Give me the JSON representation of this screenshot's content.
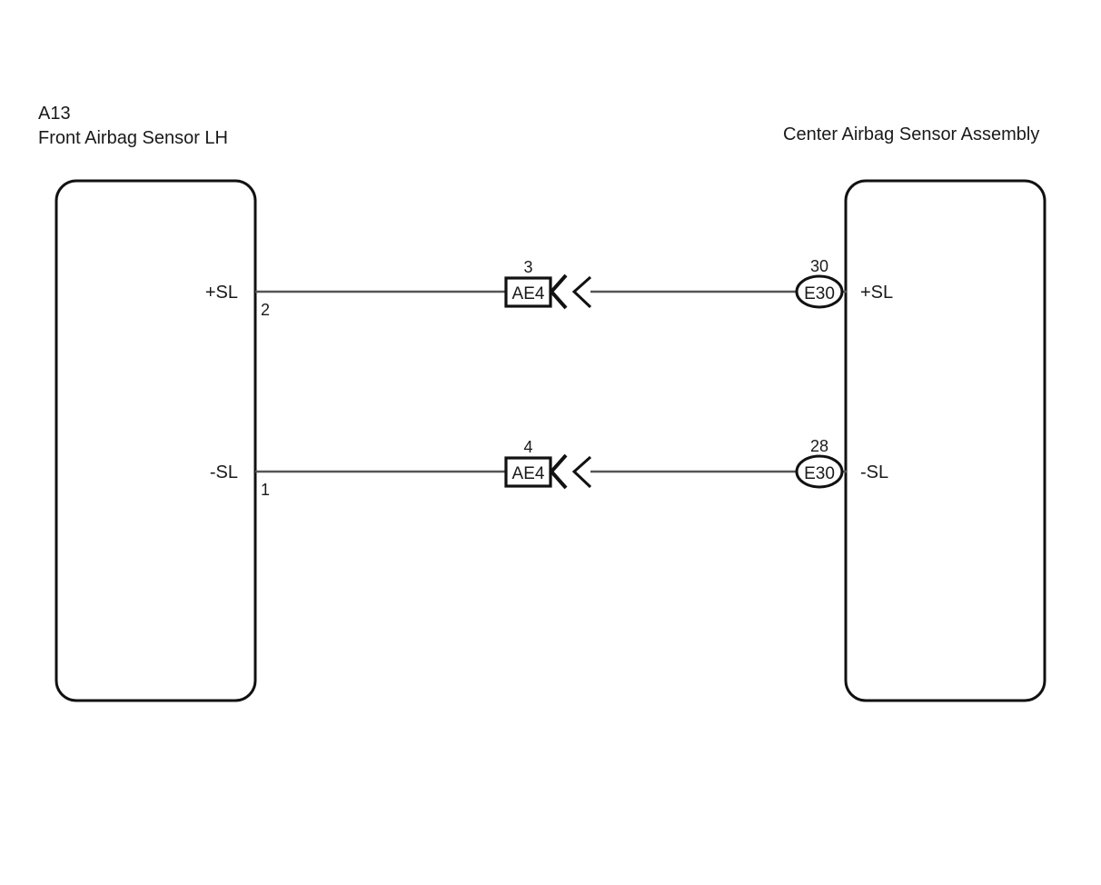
{
  "diagram": {
    "type": "automotive-wiring-diagram",
    "background_color": "#ffffff",
    "line_color": "#111111",
    "wire_color": "#555555"
  },
  "left_component": {
    "code": "A13",
    "name": "Front Airbag Sensor LH",
    "terminals": [
      {
        "label": "+SL",
        "pin": "2"
      },
      {
        "label": "-SL",
        "pin": "1"
      }
    ]
  },
  "right_component": {
    "code": "",
    "name": "Center Airbag Sensor Assembly",
    "terminals": [
      {
        "label": "+SL",
        "pin": "30"
      },
      {
        "label": "-SL",
        "pin": "28"
      }
    ]
  },
  "circuits": [
    {
      "name": "upper-circuit",
      "left_terminal": "+SL",
      "left_pin": "2",
      "inline_connector": {
        "id": "AE4",
        "pin": "3",
        "shape": "rect"
      },
      "right_connector": {
        "id": "E30",
        "pin": "30",
        "shape": "ellipse"
      },
      "right_terminal": "+SL"
    },
    {
      "name": "lower-circuit",
      "left_terminal": "-SL",
      "left_pin": "1",
      "inline_connector": {
        "id": "AE4",
        "pin": "4",
        "shape": "rect"
      },
      "right_connector": {
        "id": "E30",
        "pin": "28",
        "shape": "ellipse"
      },
      "right_terminal": "-SL"
    }
  ]
}
